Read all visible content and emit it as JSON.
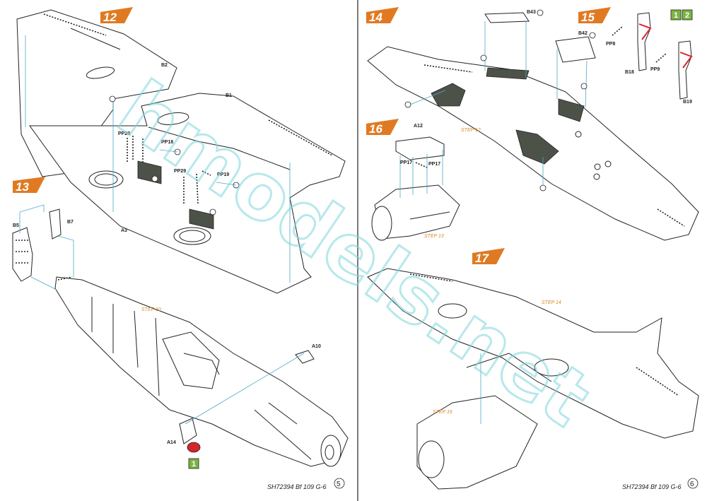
{
  "left_page": {
    "steps": [
      {
        "number": "12"
      },
      {
        "number": "13"
      }
    ],
    "parts": [
      "B2",
      "B1",
      "PP20",
      "PP18",
      "PP29",
      "PP19",
      "A3",
      "B5",
      "B7",
      "A10",
      "A14"
    ],
    "step_refs": [
      "STEP 10"
    ],
    "footer": {
      "code": "SH72394 Bf 109 G-6",
      "page": "5"
    }
  },
  "right_page": {
    "steps": [
      {
        "number": "14"
      },
      {
        "number": "15"
      },
      {
        "number": "16"
      },
      {
        "number": "17"
      }
    ],
    "parts": [
      "B43",
      "B42",
      "PP8",
      "B18",
      "PP9",
      "B19",
      "A12",
      "PP17",
      "PP17"
    ],
    "step_refs": [
      "STEP 12",
      "STEP 13",
      "STEP 14",
      "STEP 16"
    ],
    "footer": {
      "code": "SH72394 Bf 109 G-6",
      "page": "6"
    }
  },
  "option_badges": [
    "1",
    "2",
    "1"
  ],
  "colors": {
    "step_flag": "#e07a22",
    "guide_line": "#4ba8c7",
    "interior_green": "#4d5248",
    "part_red": "#d4262b",
    "badge_green": "#7cb342",
    "watermark": "#7ed6dc"
  },
  "watermark": "hmodels.net"
}
